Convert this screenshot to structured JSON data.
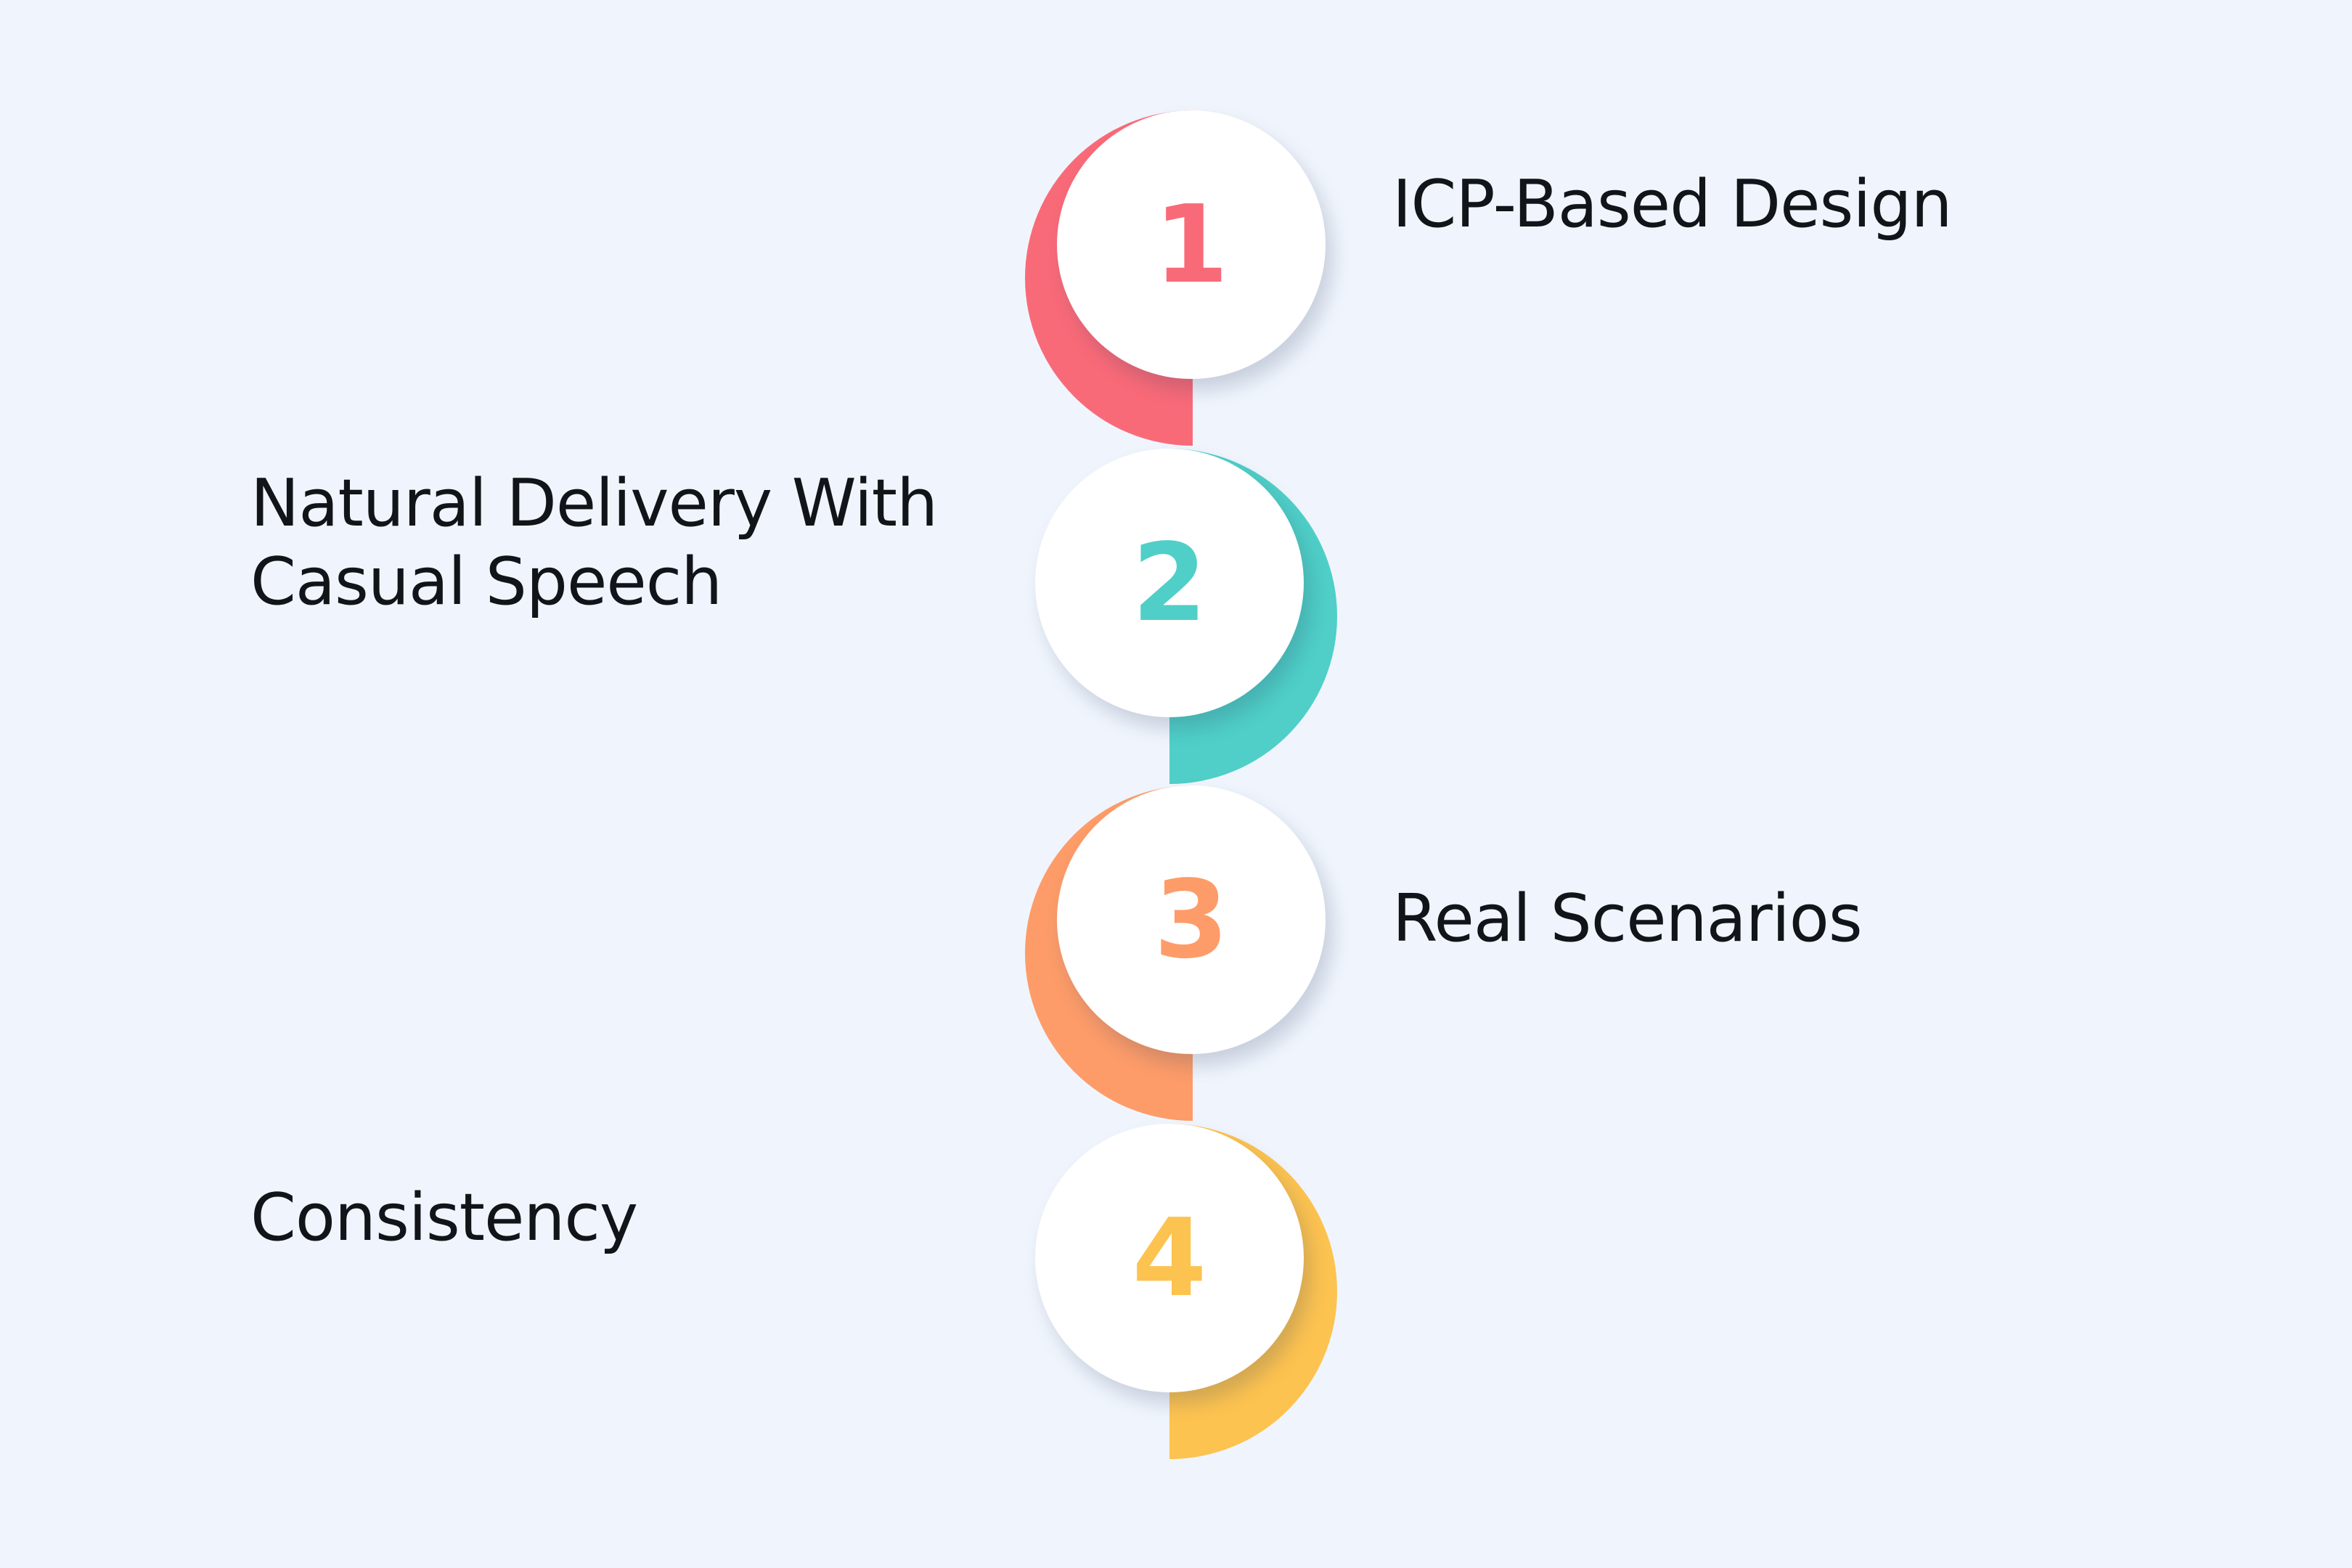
{
  "steps": [
    {
      "number": "1",
      "label": "ICP-Based Design",
      "color": "#f96a78",
      "side": "right"
    },
    {
      "number": "2",
      "label": "Natural Delivery With\nCasual Speech",
      "color": "#4fcfc7",
      "side": "left"
    },
    {
      "number": "3",
      "label": "Real Scenarios",
      "color": "#fd9c69",
      "side": "right"
    },
    {
      "number": "4",
      "label": "Consistency",
      "color": "#fdc350",
      "side": "left"
    }
  ]
}
